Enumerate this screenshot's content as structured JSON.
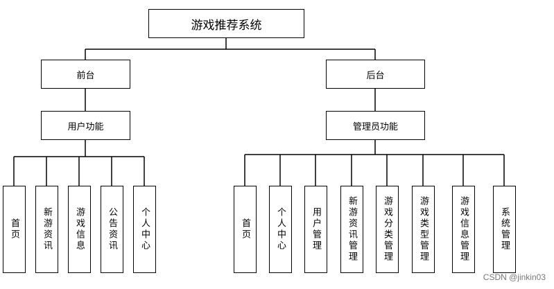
{
  "root": {
    "label": "游戏推荐系统"
  },
  "frontend": {
    "label": "前台",
    "function": {
      "label": "用户功能",
      "modules": [
        "首页",
        "新游资讯",
        "游戏信息",
        "公告资讯",
        "个人中心"
      ]
    }
  },
  "backend": {
    "label": "后台",
    "function": {
      "label": "管理员功能",
      "modules": [
        "首页",
        "个人中心",
        "用户管理",
        "新游资讯管理",
        "游戏分类管理",
        "游戏类型管理",
        "游戏信息管理",
        "系统管理"
      ]
    }
  },
  "watermark": "CSDN @jinkin03",
  "colors": {
    "line": "#000000",
    "box_border": "#000000",
    "watermark": "#777777"
  }
}
